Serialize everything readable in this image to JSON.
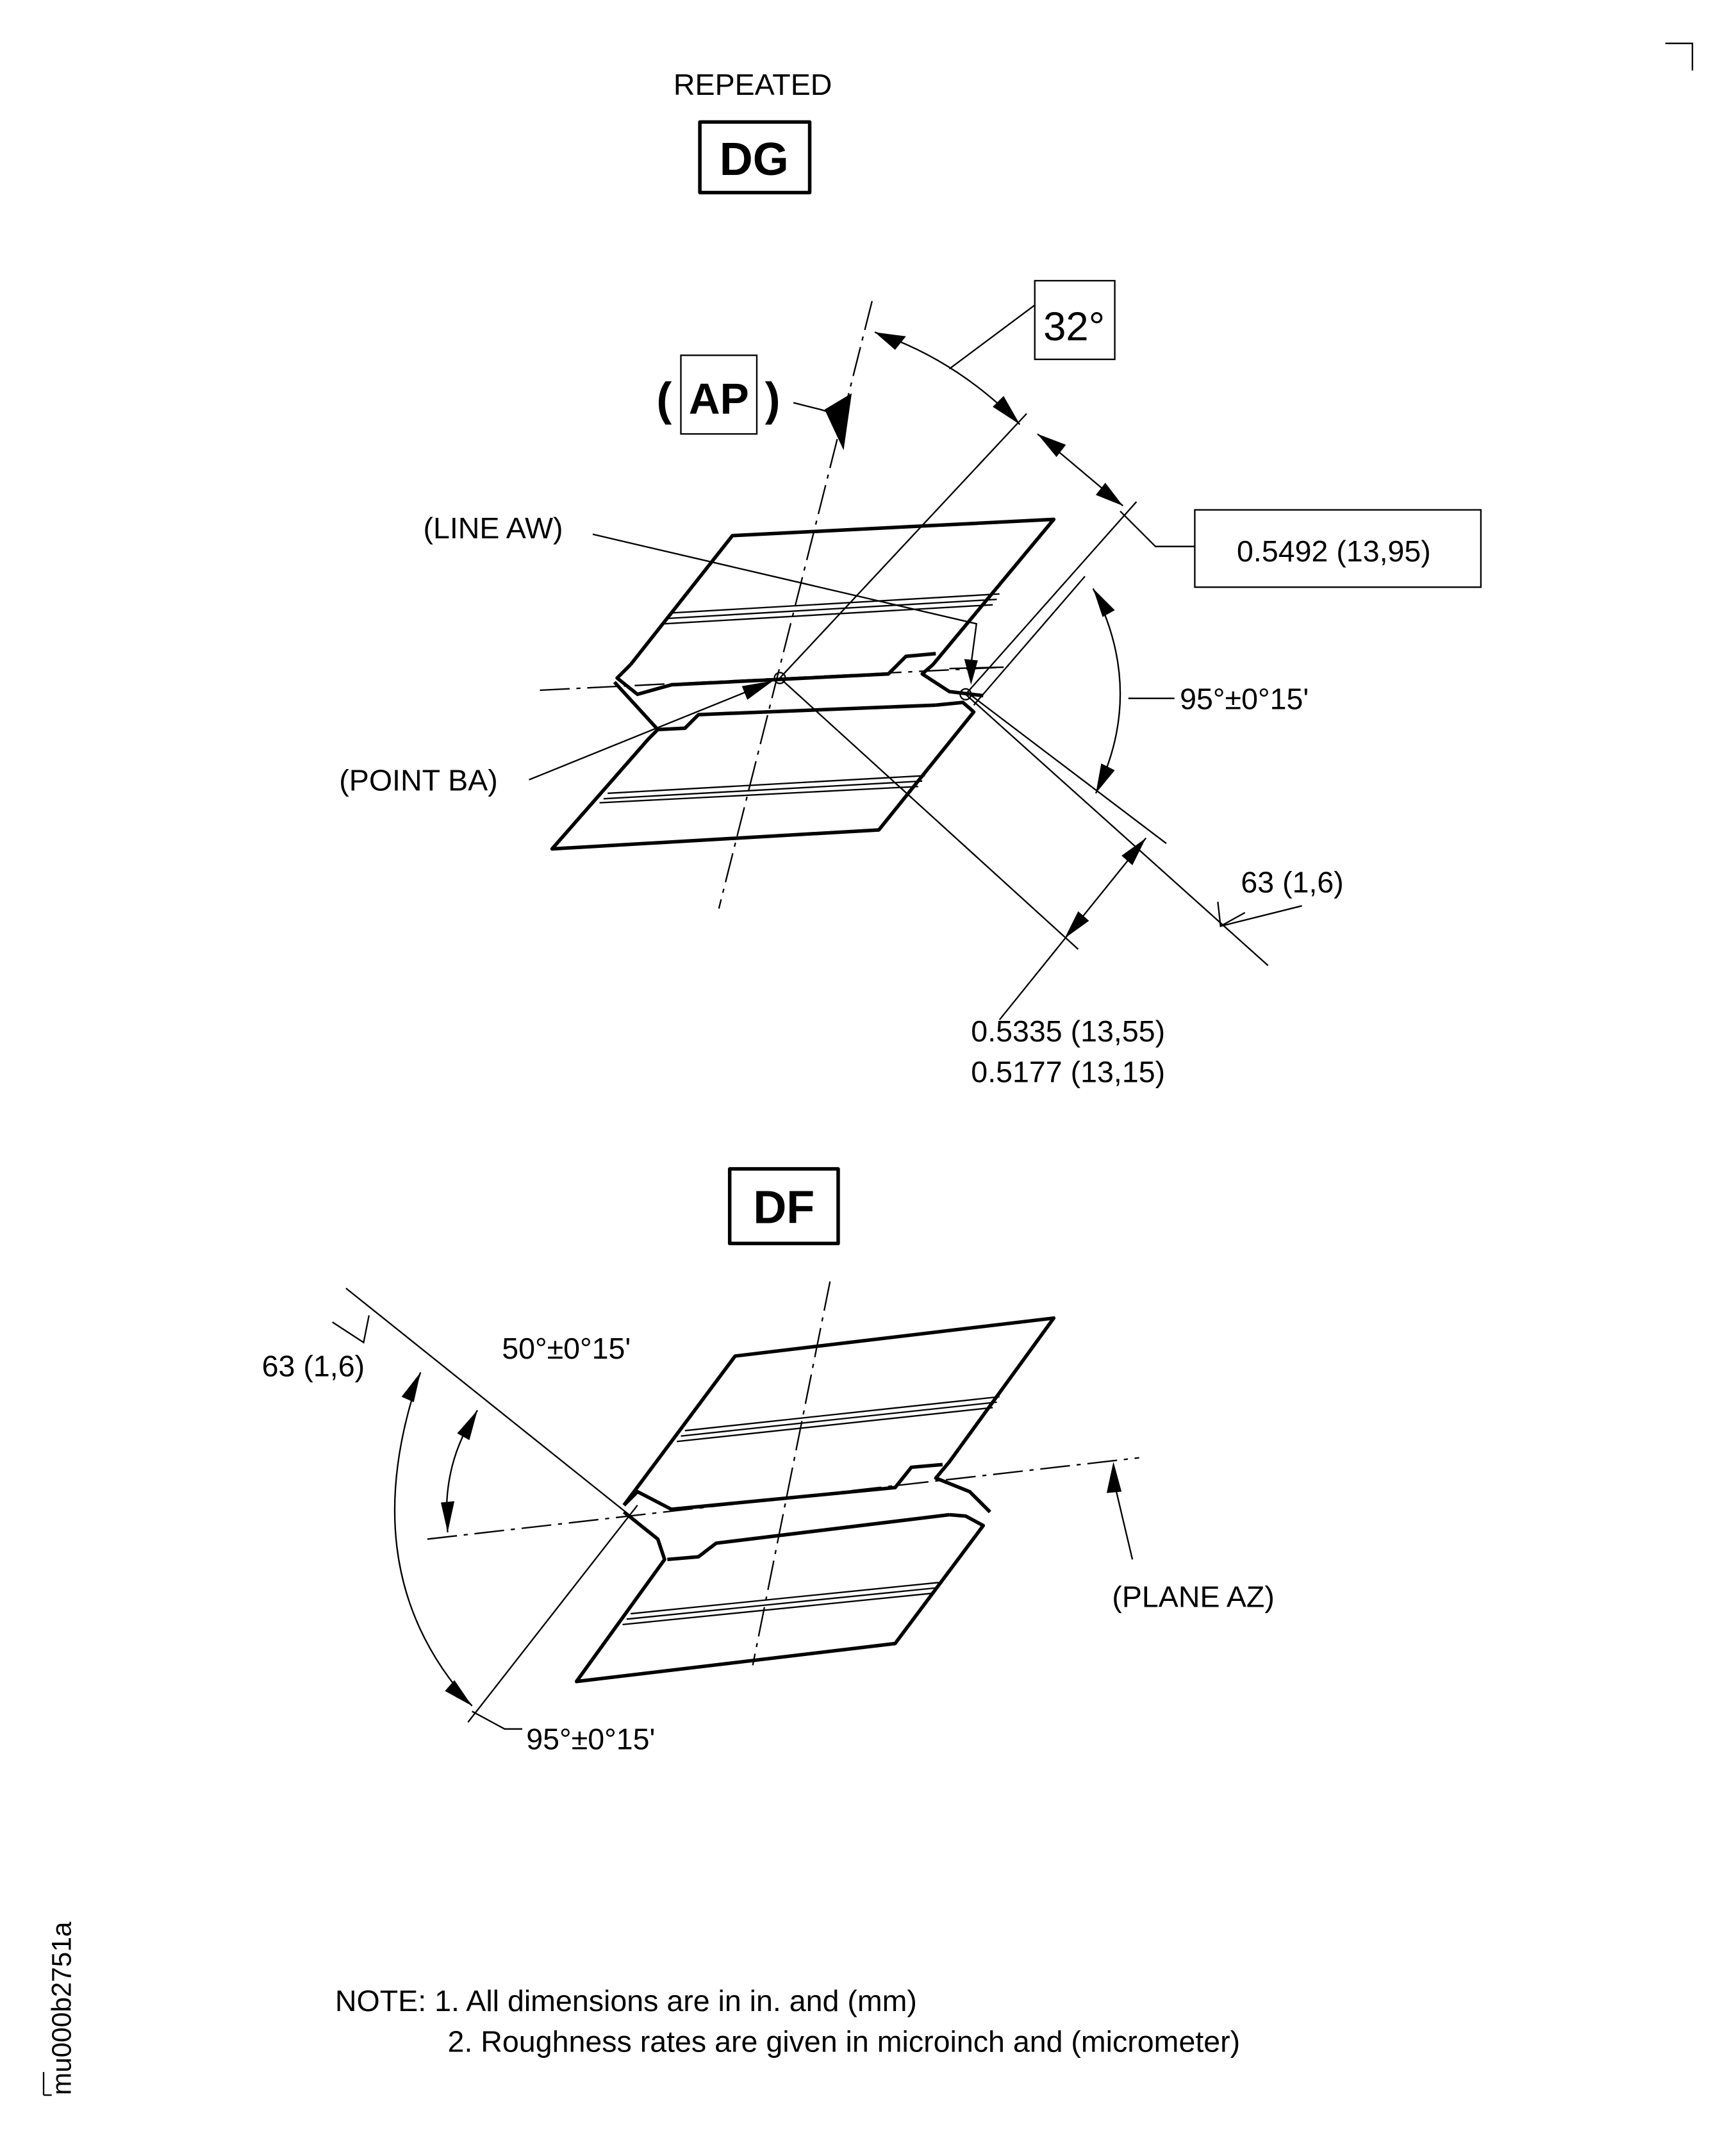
{
  "header": {
    "repeated_label": "REPEATED",
    "view_dg": "DG",
    "view_df": "DF"
  },
  "top_view": {
    "section_ref": "AP",
    "paren_open": "(",
    "paren_close": ")",
    "angle_box": "32°",
    "line_aw": "(LINE AW)",
    "point_ba": "(POINT BA)",
    "basic_dim": "0.5492 (13,95)",
    "angle_tol": "95°±0°15'",
    "roughness": "63 (1,6)",
    "dim_max": "0.5335 (13,55)",
    "dim_min": "0.5177 (13,15)"
  },
  "bottom_view": {
    "roughness": "63 (1,6)",
    "angle_50": "50°±0°15'",
    "angle_95": "95°±0°15'",
    "plane_az": "(PLANE AZ)"
  },
  "notes": {
    "line1": "NOTE: 1. All dimensions are in in. and (mm)",
    "line2": "2. Roughness rates are given in microinch and (micrometer)"
  },
  "figure_id": "mu000b2751a"
}
